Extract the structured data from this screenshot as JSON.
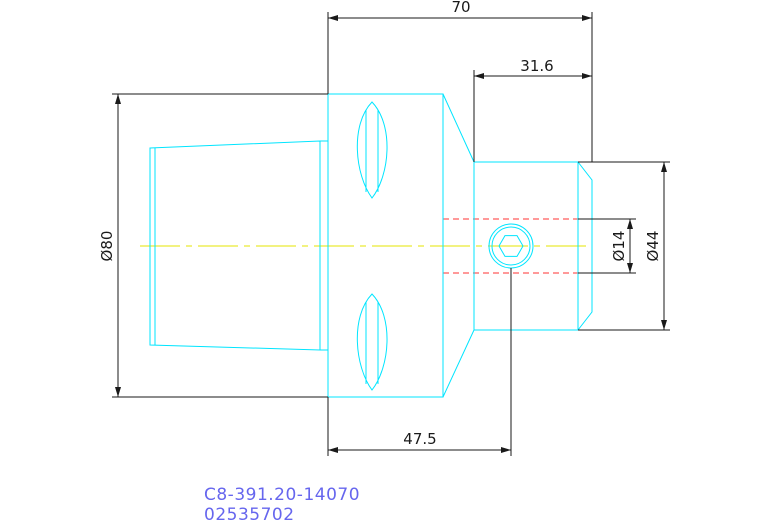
{
  "dimensions": {
    "overall_length": "70",
    "shank_length": "31.6",
    "body_to_hole": "47.5",
    "diameter_body": "Ø80",
    "diameter_bore": "Ø14",
    "diameter_shank": "Ø44"
  },
  "part_label": {
    "code": "C8-391.20-14070",
    "number": "02535702"
  },
  "colors": {
    "outline": "#00e5ff",
    "dimension": "#1a1a1a",
    "centerline": "#e6e600",
    "hidden": "#ff3333",
    "label": "#6666ee"
  }
}
